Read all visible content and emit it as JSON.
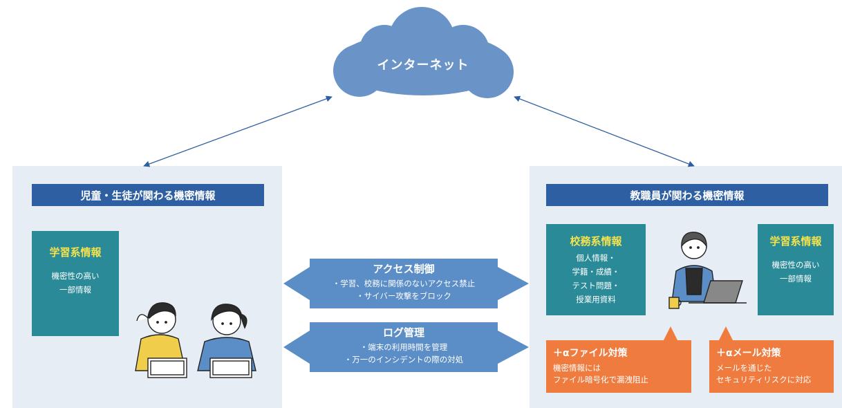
{
  "cloud": {
    "label": "インターネット"
  },
  "left_panel": {
    "title": "児童・生徒が関わる機密情報",
    "info_box": {
      "title": "学習系情報",
      "lines": [
        "機密性の高い",
        "一部情報"
      ]
    }
  },
  "right_panel": {
    "title": "教職員が関わる機密情報",
    "school_box": {
      "title": "校務系情報",
      "lines": [
        "個人情報・",
        "学籍・成績・",
        "テスト問題・",
        "授業用資料"
      ]
    },
    "learning_box": {
      "title": "学習系情報",
      "lines": [
        "機密性の高い",
        "一部情報"
      ]
    },
    "file_callout": {
      "title": "＋αファイル対策",
      "lines": [
        "機密情報には",
        "ファイル暗号化で漏洩阻止"
      ]
    },
    "mail_callout": {
      "title": "＋αメール対策",
      "lines": [
        "メールを通じた",
        "セキュリティリスクに対応"
      ]
    }
  },
  "access_control": {
    "title": "アクセス制御",
    "lines": [
      "・学習、校務に関係のないアクセス禁止",
      "・サイバー攻撃をブロック"
    ]
  },
  "log_management": {
    "title": "ログ管理",
    "lines": [
      "・端末の利用時間を管理",
      "・万一のインシデントの際の対処"
    ]
  },
  "colors": {
    "panel_bg": "#e6edf5",
    "title_bar": "#2e5fa3",
    "teal_box": "#2a8a98",
    "teal_title": "#f3e24c",
    "callout": "#5b8ec7",
    "orange": "#ef7b3e",
    "cloud": "#6a93c7"
  }
}
